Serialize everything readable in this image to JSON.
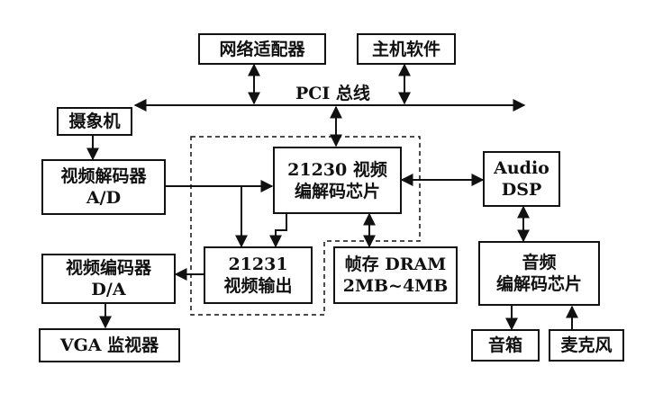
{
  "bus_label": "PCI 总线",
  "boxes": {
    "network_adapter": [
      "网络适配器"
    ],
    "host_software": [
      "主机软件"
    ],
    "camera": [
      "摄象机"
    ],
    "video_decoder": [
      "视频解码器",
      "A/D"
    ],
    "codec_chip": [
      "21230 视频",
      "编解码芯片"
    ],
    "audio_dsp": [
      "Audio",
      "DSP"
    ],
    "video_encoder": [
      "视频编码器",
      "D/A"
    ],
    "video_output": [
      "21231",
      "视频输出"
    ],
    "frame_dram": [
      "帧存 DRAM",
      "2MB~4MB"
    ],
    "audio_codec": [
      "音频",
      "编解码芯片"
    ],
    "vga_monitor": [
      "VGA 监视器"
    ],
    "speaker": [
      "音箱"
    ],
    "microphone": [
      "麦克风"
    ]
  }
}
